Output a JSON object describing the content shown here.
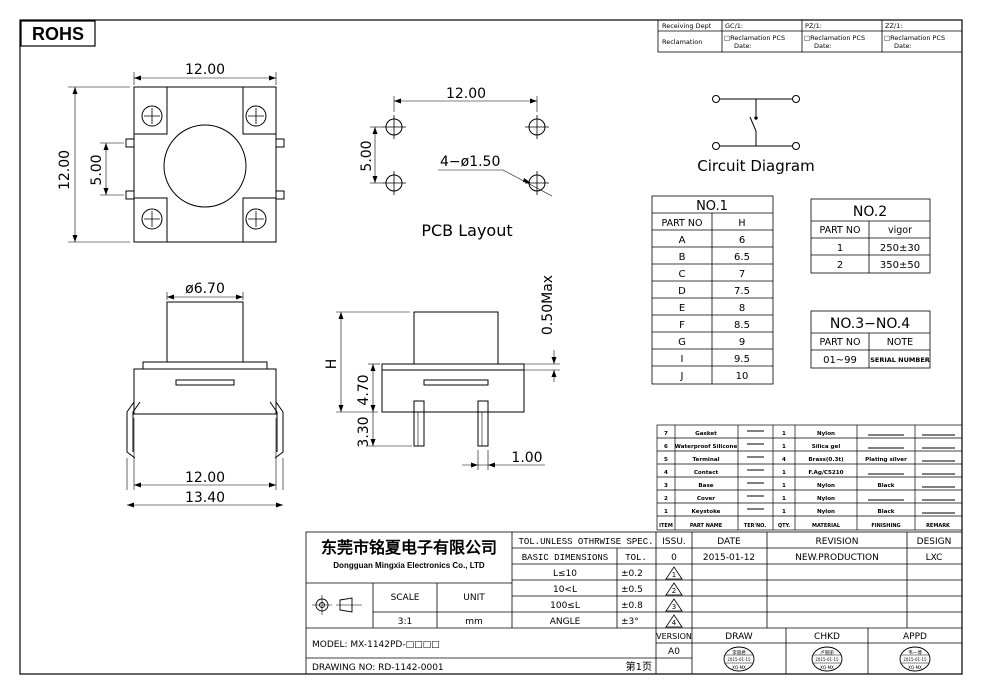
{
  "badge": "ROHS",
  "receiving": {
    "dept_label": "Receiving Dept",
    "reclamation_label": "Reclamation",
    "gc": "GC/1:",
    "pz": "PZ/1:",
    "zz": "ZZ/1:",
    "reclamation_pcs": "□Reclamation  PCS",
    "date": "Date:"
  },
  "dims": {
    "top_width": "12.00",
    "top_height": "12.00",
    "pin_gap": "5.00",
    "pcb_width": "12.00",
    "pcb_height": "5.00",
    "hole_callout": "4−ø1.50",
    "cap_dia": "ø6.70",
    "body_width": "12.00",
    "overall_width": "13.40",
    "h_label": "H",
    "height_470": "4.70",
    "height_330": "3.30",
    "max_050": "0.50Max",
    "pin_width": "1.00"
  },
  "labels": {
    "pcb_layout": "PCB Layout",
    "circuit_diagram": "Circuit Diagram"
  },
  "no1": {
    "title": "NO.1",
    "headers": [
      "PART NO",
      "H"
    ],
    "rows": [
      [
        "A",
        "6"
      ],
      [
        "B",
        "6.5"
      ],
      [
        "C",
        "7"
      ],
      [
        "D",
        "7.5"
      ],
      [
        "E",
        "8"
      ],
      [
        "F",
        "8.5"
      ],
      [
        "G",
        "9"
      ],
      [
        "I",
        "9.5"
      ],
      [
        "J",
        "10"
      ]
    ]
  },
  "no2": {
    "title": "NO.2",
    "headers": [
      "PART NO",
      "vigor"
    ],
    "rows": [
      [
        "1",
        "250±30"
      ],
      [
        "2",
        "350±50"
      ]
    ]
  },
  "no34": {
    "title": "NO.3−NO.4",
    "headers": [
      "PART NO",
      "NOTE"
    ],
    "rows": [
      [
        "01~99",
        "SERIAL NUMBER"
      ]
    ]
  },
  "bom": {
    "headers": [
      "ITEM",
      "PART NAME",
      "TER'NO.",
      "QTY.",
      "MATERIAL",
      "FINISHING",
      "REMARK"
    ],
    "rows": [
      [
        "7",
        "Gasket",
        "—",
        "1",
        "Nylon",
        "",
        ""
      ],
      [
        "6",
        "Waterproof Silicone",
        "—",
        "1",
        "Silica gel",
        "",
        ""
      ],
      [
        "5",
        "Terminal",
        "—",
        "4",
        "Brass(0.3t)",
        "Plating silver",
        ""
      ],
      [
        "4",
        "Contact",
        "—",
        "1",
        "F.Ag/C5210",
        "",
        ""
      ],
      [
        "3",
        "Base",
        "—",
        "1",
        "Nylon",
        "Black",
        ""
      ],
      [
        "2",
        "Cover",
        "—",
        "1",
        "Nylon",
        "",
        ""
      ],
      [
        "1",
        "Keystoke",
        "—",
        "1",
        "Nylon",
        "Black",
        ""
      ]
    ]
  },
  "title_block": {
    "company_cn": "东莞市铭夏电子有限公司",
    "company_en": "Dongguan Mingxia Electronics Co., LTD",
    "tol_header": "TOL.UNLESS OTHRWISE SPEC.",
    "basic_dim": "BASIC DIMENSIONS",
    "tol": "TOL.",
    "tol_rows": [
      [
        "L≤10",
        "±0.2"
      ],
      [
        "10<L",
        "±0.5"
      ],
      [
        "100≤L",
        "±0.8"
      ],
      [
        "ANGLE",
        "±3°"
      ]
    ],
    "issu": "ISSU.",
    "date": "DATE",
    "revision": "REVISION",
    "design": "DESIGN",
    "issu_val": "0",
    "date_val": "2015-01-12",
    "revision_val": "NEW.PRODUCTION",
    "design_val": "LXC",
    "rev_marks": [
      "1",
      "2",
      "3",
      "4"
    ],
    "scale": "SCALE",
    "unit": "UNIT",
    "scale_val": "3:1",
    "unit_val": "mm",
    "version": "VERSION",
    "version_val": "A0",
    "draw": "DRAW",
    "chkd": "CHKD",
    "appd": "APPD",
    "model": "MODEL:  MX-1142PD-□□□□",
    "drawing_no": "DRAWING NO:  RD-1142-0001",
    "page": "第1页"
  },
  "stamps": [
    {
      "top": "李丽君",
      "date": "2015-01-15",
      "bottom": "XQ-MX"
    },
    {
      "top": "卢丽丽",
      "date": "2015-01-15",
      "bottom": "XQ-MX"
    },
    {
      "top": "韦一博",
      "date": "2015-01-15",
      "bottom": "XQ-MX"
    }
  ]
}
